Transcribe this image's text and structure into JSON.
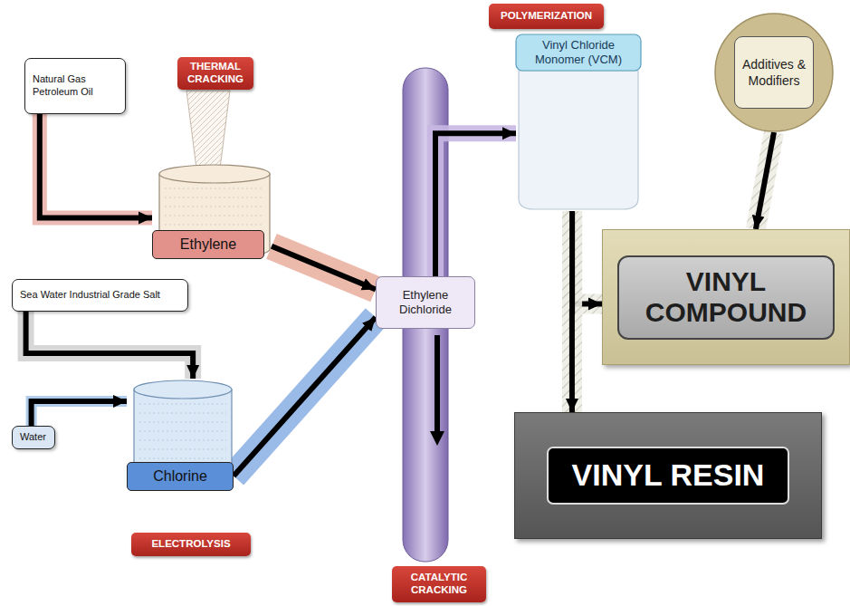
{
  "diagram": {
    "nodes": [
      {
        "text": [
          "Natural Gas Petroleum Oil"
        ]
      },
      {
        "text": [
          "THERMAL CRACKING"
        ]
      },
      {
        "text": [
          "Ethylene"
        ]
      },
      {
        "text": [
          "Sea Water Industrial Grade Salt"
        ]
      },
      {
        "text": [
          "Water"
        ]
      },
      {
        "text": [
          "Chlorine"
        ]
      },
      {
        "text": [
          "ELECTROLYSIS"
        ]
      },
      {
        "text": [
          "Ethylene Dichloride"
        ]
      },
      {
        "text": [
          "CATALYTIC CRACKING"
        ]
      },
      {
        "text": [
          "POLYMERIZATION"
        ]
      },
      {
        "text": [
          "Vinyl Chloride Monomer (VCM)"
        ]
      },
      {
        "text": [
          "Additives & Modifiers"
        ]
      },
      {
        "text": [
          "VINYL COMPOUND"
        ]
      },
      {
        "text": [
          "VINYL RESIN"
        ]
      }
    ],
    "edges": [
      {
        "from": 0,
        "to": 2,
        "arrow": "to"
      },
      {
        "from": 3,
        "to": 5,
        "arrow": "to"
      },
      {
        "from": 4,
        "to": 5,
        "arrow": "to"
      },
      {
        "from": 2,
        "to": 7,
        "arrow": "to"
      },
      {
        "from": 5,
        "to": 7,
        "arrow": "to"
      },
      {
        "from": 7,
        "to": 10,
        "arrow": "to"
      },
      {
        "from": 10,
        "to": 12,
        "arrow": "to"
      },
      {
        "from": 10,
        "to": 13,
        "arrow": "to"
      },
      {
        "from": 11,
        "to": 12,
        "arrow": "to"
      }
    ]
  }
}
